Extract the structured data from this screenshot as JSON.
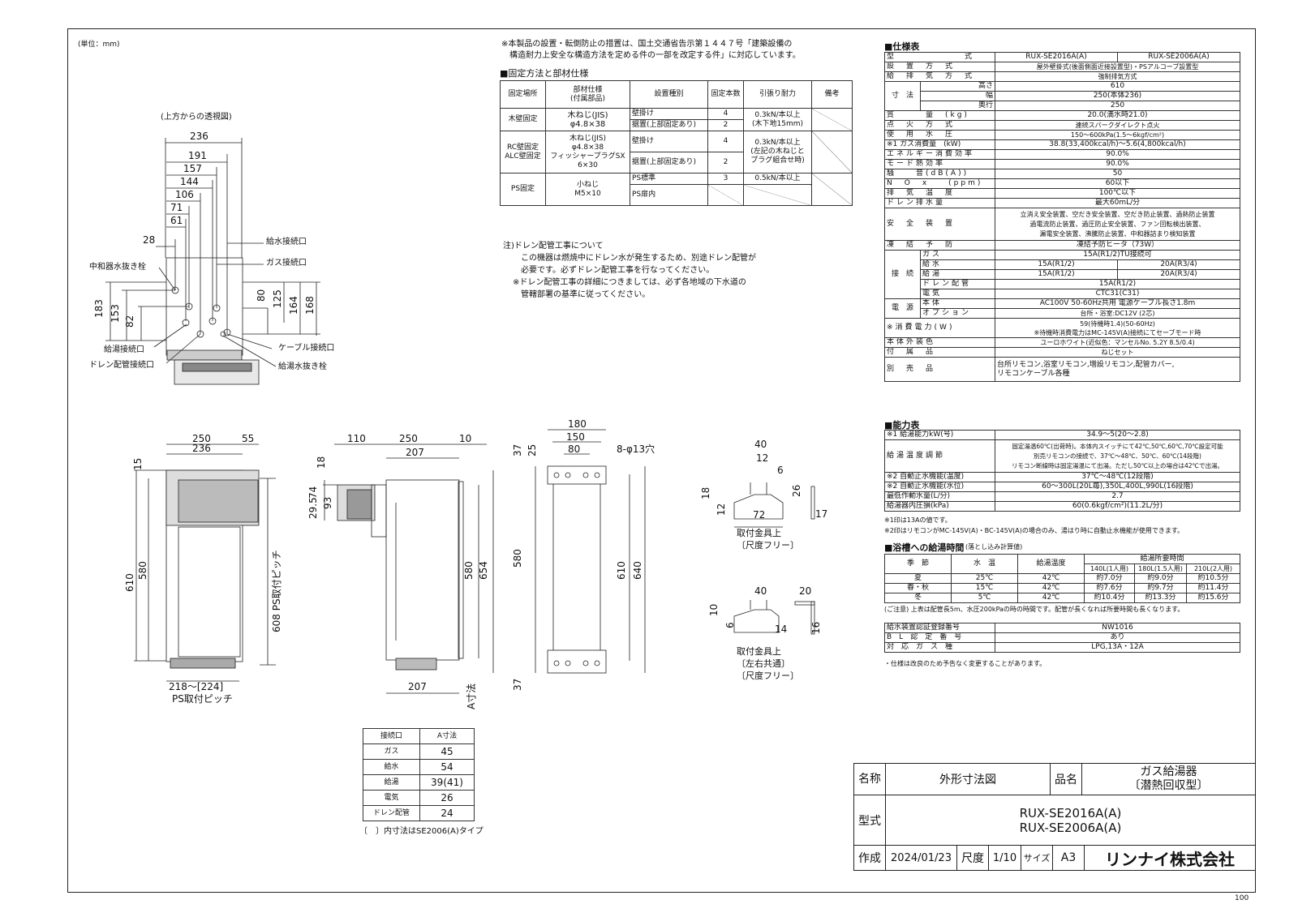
{
  "unit_label": "(単位：mm)",
  "page_number": "100",
  "notes_top": [
    "※本製品の設置・転倒防止の措置は、国土交通省告示第１４４７号「建築設備の",
    "構造耐力上安全な構造方法を定める件の一部を改定する件」に対応しています。"
  ],
  "fixing": {
    "title": "■固定方法と部材仕様",
    "headers": [
      "固定場所",
      "部材仕様\n(付属部品)",
      "設置種別",
      "固定本数",
      "引張り耐力",
      "備考"
    ],
    "rows": [
      [
        "木壁固定",
        "木ねじ(JIS)\nφ4.8×38",
        "壁掛け",
        "4",
        "0.3kN/本以上\n(木下地15mm)",
        ""
      ],
      [
        "",
        "",
        "据置(上部固定あり)",
        "2",
        "",
        ""
      ],
      [
        "RC壁固定\nALC壁固定",
        "木ねじ(JIS)\nφ4.8×38\nフィッシャープラグSX\n6×30",
        "壁掛け",
        "4",
        "0.3kN/本以上\n(左記の木ねじと\nプラグ組合せ時)",
        ""
      ],
      [
        "",
        "",
        "据置(上部固定あり)",
        "2",
        "",
        ""
      ],
      [
        "PS固定",
        "小ねじ\nM5×10",
        "PS標準",
        "3",
        "0.5kN/本以上",
        ""
      ],
      [
        "",
        "",
        "PS扉内",
        "",
        "",
        ""
      ]
    ]
  },
  "drain_note": [
    "注)ドレン配管工事について",
    "この機器は燃焼中にドレン水が発生するため、別途ドレン配管が",
    "必要です。必ずドレン配管工事を行なってください。",
    "※ドレン配管工事の詳細につきましては、必ず各地域の下水道の",
    "管轄部署の基準に従ってください。"
  ],
  "top_view": {
    "title": "(上方からの透視図)",
    "dims_h": [
      "236",
      "191",
      "157",
      "144",
      "106",
      "71",
      "61",
      "28"
    ],
    "dims_v": [
      "183",
      "153",
      "82",
      "80",
      "125",
      "164",
      "168"
    ],
    "labels": [
      "給水接続口",
      "ガス接続口",
      "中和器水抜き栓",
      "給湯接続口",
      "ドレン配管接続口",
      "ケーブル接続口",
      "給湯水抜き栓"
    ]
  },
  "front_view": {
    "dims": [
      "250",
      "55",
      "236",
      "15",
      "610",
      "580",
      "608 PS取付ピッチ",
      "218～[224]",
      "PS取付ピッチ"
    ]
  },
  "side_view": {
    "dims": [
      "110",
      "250",
      "10",
      "207",
      "18",
      "74",
      "29.5",
      "93",
      "580",
      "654",
      "207",
      "A寸法"
    ]
  },
  "rear_view": {
    "dims": [
      "180",
      "150",
      "80",
      "8-φ13穴",
      "37",
      "25",
      "580",
      "610",
      "640",
      "37"
    ]
  },
  "bracket1": {
    "dims": [
      "40",
      "12",
      "6",
      "18",
      "12",
      "72",
      "26",
      "17"
    ],
    "caption": [
      "取付金具上",
      "〔尺度フリー〕"
    ]
  },
  "bracket2": {
    "dims": [
      "40",
      "20",
      "10",
      "6",
      "14",
      "16"
    ],
    "caption": [
      "取付金具上",
      "〔左右共通〕",
      "〔尺度フリー〕"
    ]
  },
  "a_table": {
    "headers": [
      "接続口",
      "A寸法"
    ],
    "rows": [
      [
        "ガス",
        "45"
      ],
      [
        "給水",
        "54"
      ],
      [
        "給湯",
        "39(41)"
      ],
      [
        "電気",
        "26"
      ],
      [
        "ドレン配管",
        "24"
      ]
    ],
    "note": "〔　〕内寸法はSE2006(A)タイプ"
  },
  "spec": {
    "title": "■仕様表",
    "rows": [
      [
        "型　　　　　　　式",
        "RUX-SE2016A(A)",
        "RUX-SE2006A(A)"
      ],
      [
        "設　置　方　式",
        "屋外壁掛式(後面側面近接設置型)・PSアルコーブ設置型"
      ],
      [
        "給　排　気　方　式",
        "強制排気方式"
      ],
      [
        "高さ",
        "610"
      ],
      [
        "幅",
        "250(本体236)"
      ],
      [
        "奥行",
        "250"
      ],
      [
        "質　　　量　(kg)",
        "20.0(満水時21.0)"
      ],
      [
        "点　火　方　式",
        "連続スパークダイレクト点火"
      ],
      [
        "使　用　水　圧",
        "150～600kPa(1.5～6kgf/cm²)"
      ],
      [
        "※1 ガス消費量　(kW)",
        "38.8(33,400kcal/h)～5.6(4,800kcal/h)"
      ],
      [
        "エネルギー消費効率",
        "90.0%"
      ],
      [
        "モード熱効率",
        "90.0%"
      ],
      [
        "騒　　音(dB(A))",
        "50"
      ],
      [
        "N　O　x　　(ppm)",
        "60以下"
      ],
      [
        "排　気　温　度",
        "100℃以下"
      ],
      [
        "ドレン排水量",
        "最大60mL/分"
      ],
      [
        "安　全　装　置",
        "立消え安全装置、空だき安全装置、空だき防止装置、過熱防止装置\n過電流防止装置、過圧防止安全装置、ファン回転検出装置、\n漏電安全装置、沸騰防止装置、中和器詰まり検知装置"
      ],
      [
        "凍　結　予　防",
        "凍結予防ヒータ（73W）"
      ],
      [
        "ガス",
        "15A(R1/2)TU接続可"
      ],
      [
        "給水",
        "15A(R1/2)",
        "20A(R3/4)"
      ],
      [
        "給湯",
        "15A(R1/2)",
        "20A(R3/4)"
      ],
      [
        "ドレン配管",
        "15A(R1/2)"
      ],
      [
        "電気",
        "CTC31(C31)"
      ],
      [
        "本体",
        "AC100V 50-60Hz共用 電源ケーブル長さ1.8m"
      ],
      [
        "オプション",
        "台所・浴室:DC12V (2芯)"
      ],
      [
        "※消費電力(W)",
        "59(待機時1.4)(50-60Hz)\n※待機時消費電力はMC-145V(A)接続にてセーブモード時"
      ],
      [
        "本体外装色",
        "ユーロホワイト(近似色：マンセルNo. 5.2Y 8.5/0.4)"
      ],
      [
        "付　属　品",
        "ねじセット"
      ],
      [
        "別　売　品",
        "台所リモコン,浴室リモコン,増設リモコン,配管カバー,\nリモコンケーブル各種"
      ]
    ],
    "group_labels": {
      "dim": "寸　法",
      "conn": "接　続",
      "power": "電　源"
    }
  },
  "capacity": {
    "title": "■能力表",
    "rows": [
      [
        "※1 給湯能力kW(号)",
        "34.9～5(20～2.8)"
      ],
      [
        "給湯温度調節",
        "固定湯温60℃(出荷時)。本体内スイッチにて42℃,50℃,60℃,70℃設定可能\n別売リモコンの接続で、37℃～48℃、50℃、60℃(14段階)\nリモコン断線時は固定湯温にて出湯。ただし50℃以上の場合は42℃で出湯。"
      ],
      [
        "※2 自動止水機能(温度)",
        "37℃～48℃(12段階)"
      ],
      [
        "※2 自動止水機能(水位)",
        "60～300L(20L毎),350L,400L,990L(16段階)"
      ],
      [
        "最低作動水量(L/分)",
        "2.7"
      ],
      [
        "給湯器内圧損(kPa)",
        "60(0.6kgf/cm²)(11.2L/分)"
      ]
    ],
    "notes": [
      "※1印は13Aの値です。",
      "※2印はリモコンがMC-145V(A)・BC-145V(A)の場合のみ、湯はり時に自動止水機能が使用できます。"
    ]
  },
  "bath": {
    "title": "■浴槽への給湯時間",
    "subtitle": "(落とし込み計算値)",
    "headers": [
      "季　節",
      "水　温",
      "給湯温度",
      "給湯所要時間"
    ],
    "subheaders": [
      "140L(1人用)",
      "180L(1.5人用)",
      "210L(2人用)"
    ],
    "rows": [
      [
        "夏",
        "25℃",
        "42℃",
        "約7.0分",
        "約9.0分",
        "約10.5分"
      ],
      [
        "春・秋",
        "15℃",
        "42℃",
        "約7.6分",
        "約9.7分",
        "約11.4分"
      ],
      [
        "冬",
        "5℃",
        "42℃",
        "約10.4分",
        "約13.3分",
        "約15.6分"
      ]
    ],
    "note": "(ご注意) 上表は配管長5m、水圧200kPaの時の時間です。配管が長くなれば所要時間も長くなります。"
  },
  "cert": {
    "rows": [
      [
        "給水装置認証登録番号",
        "NW1016"
      ],
      [
        "B　L　認　定　番　号",
        "あり"
      ],
      [
        "対　応　ガ　ス　種",
        "LPG,13A・12A"
      ]
    ],
    "note": "・仕様は改良のため予告なく変更することがあります。"
  },
  "title_block": {
    "name_label": "名称",
    "name": "外形寸法図",
    "product_label": "品名",
    "product": [
      "ガス給湯器",
      "〔潜熱回収型〕"
    ],
    "model_label": "型式",
    "models": [
      "RUX-SE2016A(A)",
      "RUX-SE2006A(A)"
    ],
    "made_label": "作成",
    "date": "2024/01/23",
    "scale_label": "尺度",
    "scale": "1/10",
    "size_label": "サイズ",
    "size": "A3",
    "company": "リンナイ株式会社"
  }
}
